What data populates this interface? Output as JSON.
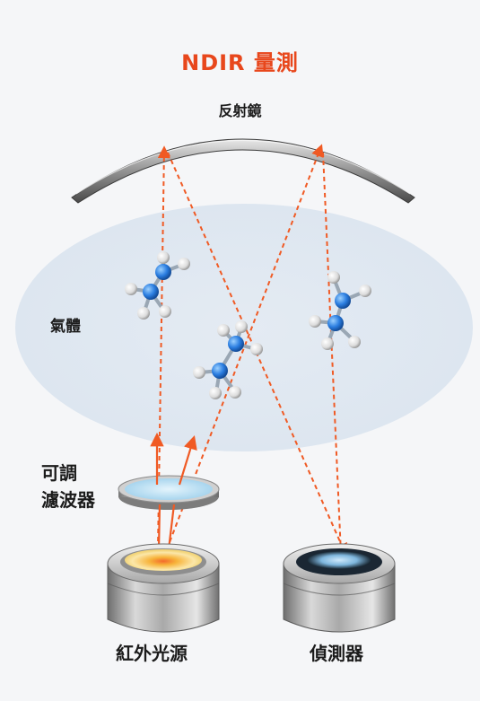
{
  "title": "NDIR 量測",
  "accent_color": "#e8471c",
  "ray_color": "#f05a24",
  "labels": {
    "mirror": "反射鏡",
    "gas": "氣體",
    "filter_line1": "可調",
    "filter_line2": "濾波器",
    "source": "紅外光源",
    "detector": "偵測器"
  },
  "components": {
    "mirror": "concave-mirror",
    "gas_region": "gas-cloud",
    "filter": "tunable-filter-disc",
    "source": "infrared-source-cylinder",
    "detector": "detector-cylinder"
  },
  "molecules": [
    "methane-molecule",
    "methane-molecule",
    "methane-molecule"
  ]
}
